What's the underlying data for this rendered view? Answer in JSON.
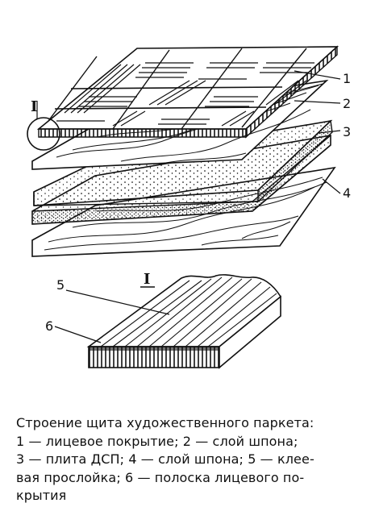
{
  "diagram": {
    "labels": {
      "l1": "1",
      "l2": "2",
      "l3": "3",
      "l4": "4",
      "l5": "5",
      "l6": "6",
      "detail_marker": "I",
      "detail_title": "I"
    }
  },
  "caption": {
    "lines": [
      "Строение щита художественного паркета:",
      "1 — лицевое покрытие; 2 — слой шпона;",
      "3 — плита ДСП; 4 — слой шпона; 5 — клее-",
      "вая прослойка; 6 — полоска лицевого по-",
      "крытия"
    ]
  }
}
